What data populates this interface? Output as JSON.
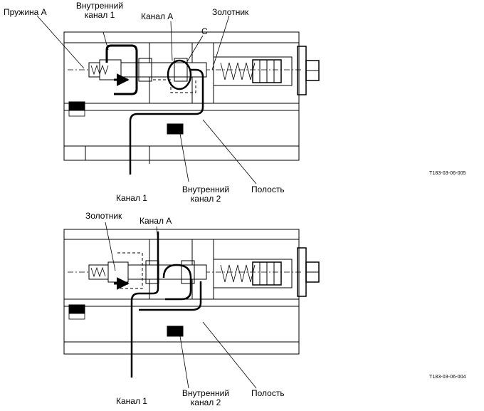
{
  "top": {
    "labels": {
      "spring_a": "Пружина А",
      "inner_ch1_l1": "Внутренний",
      "inner_ch1_l2": "канал 1",
      "channel_a": "Канал А",
      "spool": "Золотник",
      "c": "C",
      "channel_1": "Канал 1",
      "inner_ch2_l1": "Внутренний",
      "inner_ch2_l2": "канал 2",
      "cavity": "Полость"
    },
    "code": "T183-03-06-005"
  },
  "bottom": {
    "labels": {
      "spool": "Золотник",
      "channel_a": "Канал А",
      "channel_1": "Канал 1",
      "inner_ch2_l1": "Внутренний",
      "inner_ch2_l2": "канал 2",
      "cavity": "Полость"
    },
    "code": "T183-03-06-004"
  },
  "colors": {
    "ink": "#000000",
    "paper": "#ffffff"
  }
}
